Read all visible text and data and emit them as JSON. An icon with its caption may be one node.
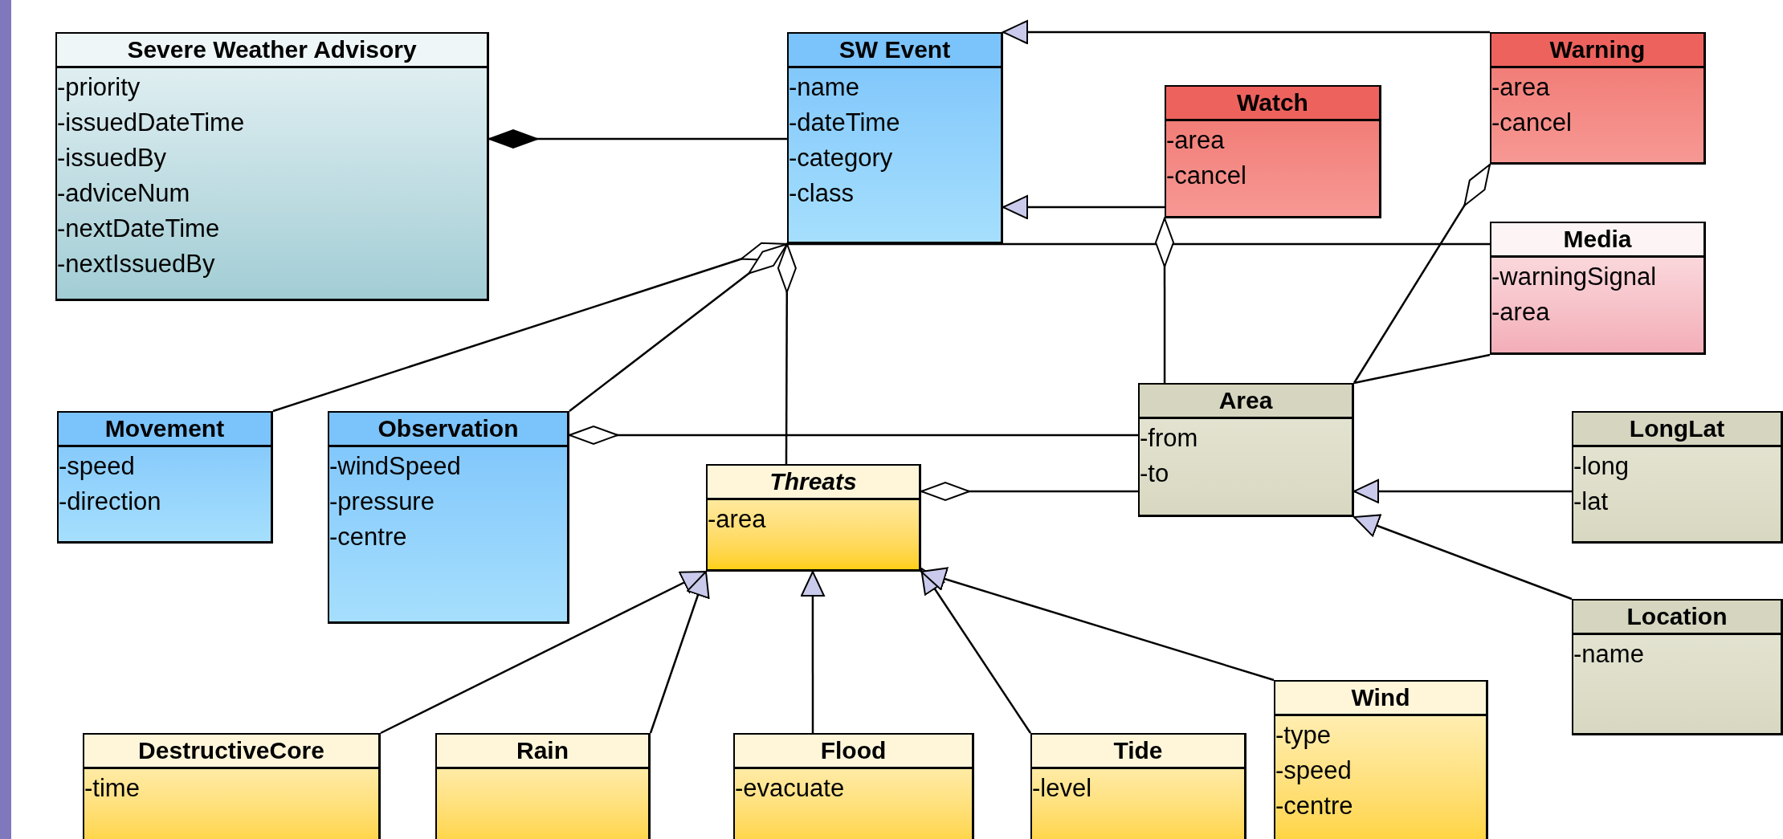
{
  "diagram": {
    "nodes": [
      {
        "text": [
          "Severe Weather Advisory",
          "-priority",
          "-issuedDateTime",
          "-issuedBy",
          "-adviceNum",
          "-nextDateTime",
          "-nextIssuedBy"
        ]
      },
      {
        "text": [
          "SW Event",
          "-name",
          "-dateTime",
          "-category",
          "-class"
        ]
      },
      {
        "text": [
          "Watch",
          "-area",
          "-cancel"
        ]
      },
      {
        "text": [
          "Warning",
          "-area",
          "-cancel"
        ]
      },
      {
        "text": [
          "Media",
          "-warningSignal",
          "-area"
        ]
      },
      {
        "text": [
          "Movement",
          "-speed",
          "-direction"
        ]
      },
      {
        "text": [
          "Observation",
          "-windSpeed",
          "-pressure",
          "-centre"
        ]
      },
      {
        "text": [
          "Area",
          "-from",
          "-to"
        ]
      },
      {
        "text": [
          "LongLat",
          "-long",
          "-lat"
        ]
      },
      {
        "text": [
          "Threats",
          "-area"
        ]
      },
      {
        "text": [
          "Location",
          "-name"
        ]
      },
      {
        "text": [
          "DestructiveCore",
          "-time"
        ]
      },
      {
        "text": [
          "Rain"
        ]
      },
      {
        "text": [
          "Flood",
          "-evacuate"
        ]
      },
      {
        "text": [
          "Tide",
          "-level"
        ]
      },
      {
        "text": [
          "Wind",
          "-type",
          "-speed",
          "-centre"
        ]
      }
    ],
    "edges": [
      {
        "from": 3,
        "to": 1,
        "arrow": "to"
      },
      {
        "from": 2,
        "to": 1,
        "arrow": "to"
      },
      {
        "from": 1,
        "to": 0,
        "arrow": "other"
      },
      {
        "from": 5,
        "to": 1,
        "arrow": "other"
      },
      {
        "from": 6,
        "to": 1,
        "arrow": "other"
      },
      {
        "from": 9,
        "to": 1,
        "arrow": "other"
      },
      {
        "from": 1,
        "to": 4,
        "arrow": "none"
      },
      {
        "from": 7,
        "to": 2,
        "arrow": "other"
      },
      {
        "from": 7,
        "to": 3,
        "arrow": "other"
      },
      {
        "from": 7,
        "to": 4,
        "arrow": "none"
      },
      {
        "from": 7,
        "to": 6,
        "arrow": "other"
      },
      {
        "from": 7,
        "to": 9,
        "arrow": "other"
      },
      {
        "from": 8,
        "to": 7,
        "arrow": "to"
      },
      {
        "from": 10,
        "to": 7,
        "arrow": "to"
      },
      {
        "from": 11,
        "to": 9,
        "arrow": "to"
      },
      {
        "from": 12,
        "to": 9,
        "arrow": "to"
      },
      {
        "from": 13,
        "to": 9,
        "arrow": "to"
      },
      {
        "from": 14,
        "to": 9,
        "arrow": "to"
      },
      {
        "from": 15,
        "to": 9,
        "arrow": "to"
      }
    ]
  }
}
